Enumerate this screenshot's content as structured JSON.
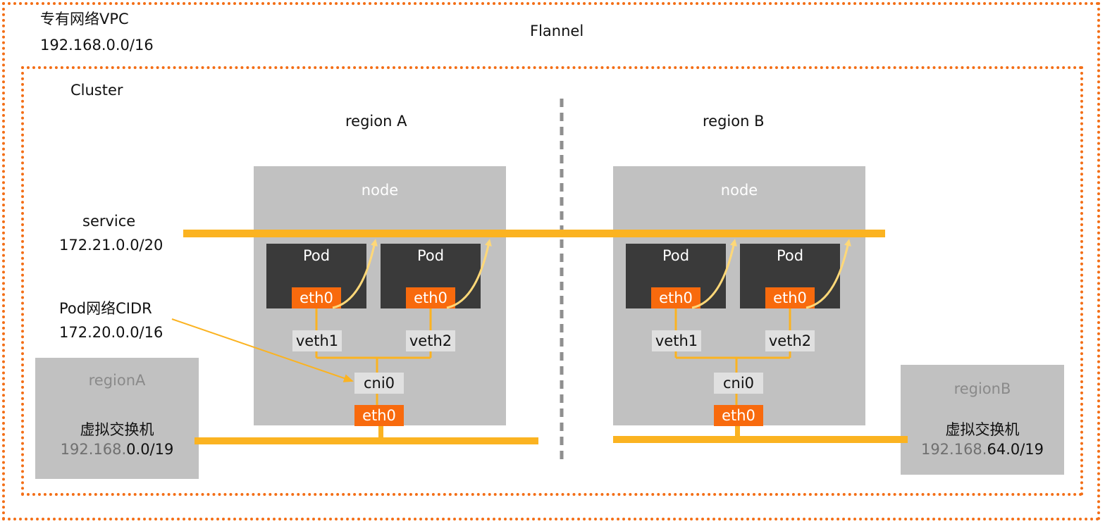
{
  "vpc": {
    "title": "专有网络VPC",
    "cidr": "192.168.0.0/16"
  },
  "flannel_label": "Flannel",
  "cluster_label": "Cluster",
  "regions": {
    "a": {
      "title": "region A"
    },
    "b": {
      "title": "region B"
    }
  },
  "node_label": "node",
  "pod_label": "Pod",
  "eth0_label": "eth0",
  "veth1_label": "veth1",
  "veth2_label": "veth2",
  "cni0_label": "cni0",
  "service": {
    "label": "service",
    "cidr": "172.21.0.0/20"
  },
  "pod_network": {
    "label": "Pod网络CIDR",
    "cidr": "172.20.0.0/16"
  },
  "switch_a": {
    "region": "regionA",
    "label": "虚拟交换机",
    "cidr_prefix": "192.168.",
    "cidr_suffix": "0.0/19"
  },
  "switch_b": {
    "region": "regionB",
    "label": "虚拟交换机",
    "cidr_prefix": "192.168.",
    "cidr_suffix": "64.0/19"
  },
  "colors": {
    "accent_orange": "#f86a0d",
    "line_yellow": "#fbb321",
    "arrow_pale": "#ffd878",
    "box_grey": "#c1c1c1",
    "pod_dark": "#3a3a3a"
  }
}
